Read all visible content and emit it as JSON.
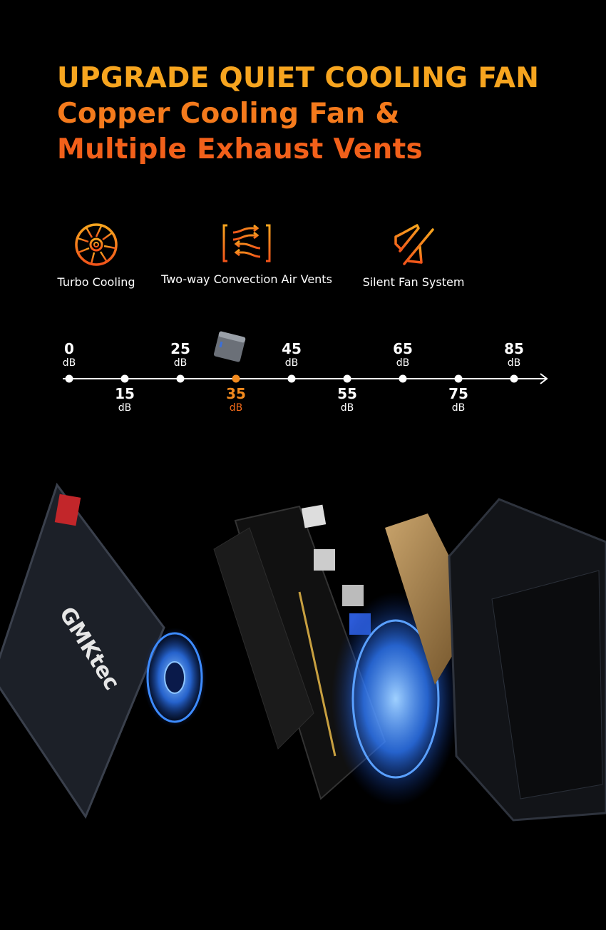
{
  "headline": {
    "line1": "UPGRADE QUIET COOLING FAN",
    "line2": "Copper Cooling Fan &",
    "line3": "Multiple Exhaust Vents"
  },
  "features": [
    {
      "label": "Turbo Cooling",
      "icon": "turbo-fan-icon"
    },
    {
      "label": "Two-way Convection Air Vents",
      "icon": "air-vents-icon"
    },
    {
      "label": "Silent Fan System",
      "icon": "muted-speaker-icon"
    }
  ],
  "noise_scale": {
    "unit": "dB",
    "ticks": [
      "0",
      "15",
      "25",
      "35",
      "45",
      "55",
      "65",
      "75",
      "85"
    ],
    "highlighted": "35",
    "highlight_color": "#f28a1e"
  },
  "product": {
    "brand": "GMKtec"
  },
  "colors": {
    "accent_yellow": "#f7a51f",
    "accent_orange": "#f2601a",
    "glow_blue": "#2f7bff"
  }
}
